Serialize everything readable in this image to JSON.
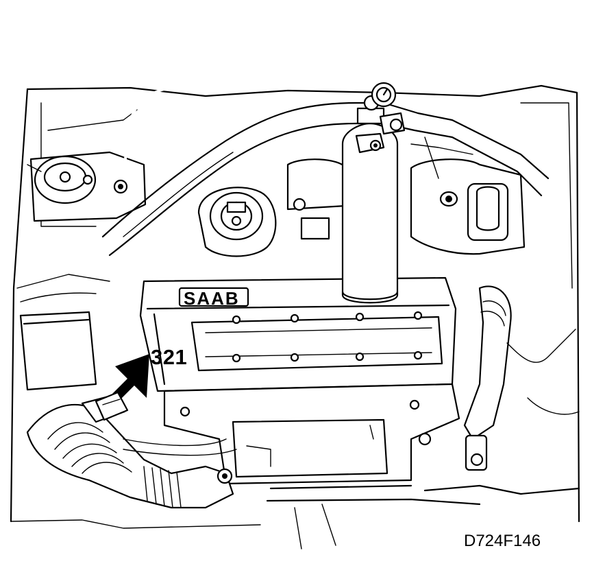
{
  "figure": {
    "callout_label": "321",
    "figure_id": "D724F146",
    "brand_text": "SAAB"
  },
  "colors": {
    "line": "#000000",
    "background": "#ffffff"
  },
  "icons": {
    "callout_arrow": "arrow-icon",
    "pressure_gauge": "gauge-icon"
  }
}
